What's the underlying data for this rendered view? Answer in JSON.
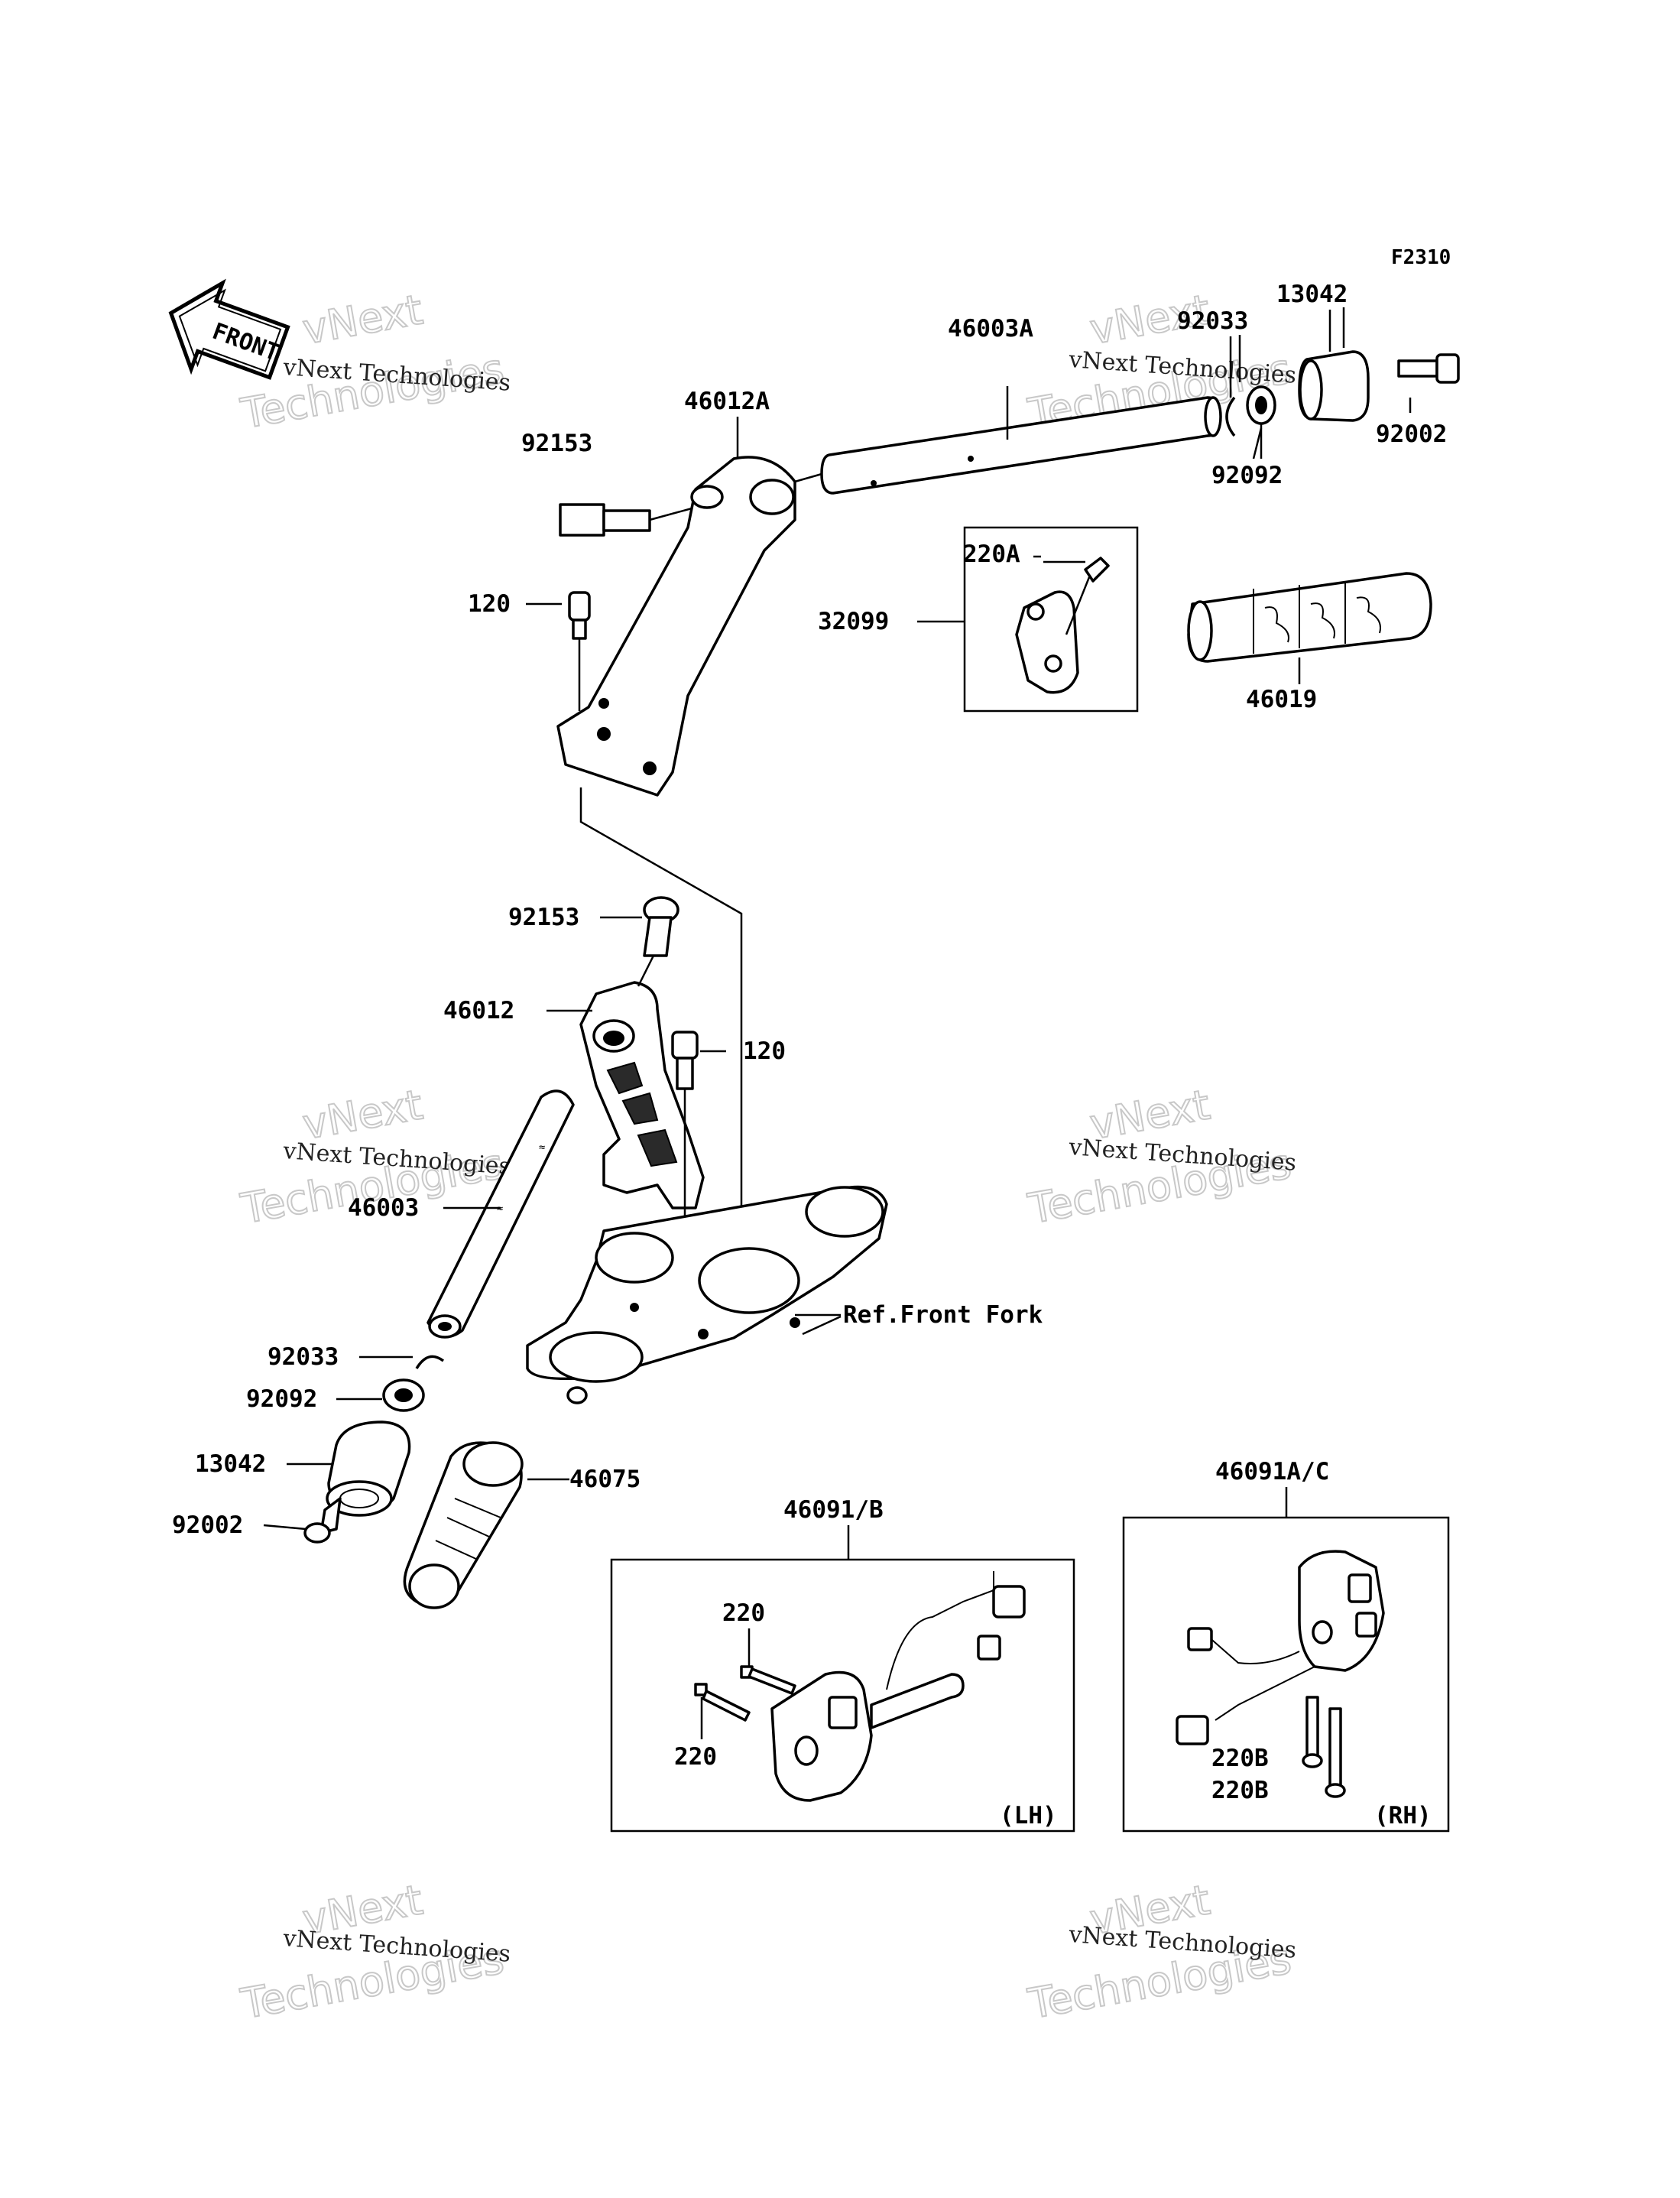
{
  "figure_code": "F2310",
  "front_arrow": {
    "label": "FRONT",
    "icon": "front-direction-arrow-icon"
  },
  "watermark": {
    "line1": "vNext Technologies",
    "line2": "vNext",
    "line3": "Technologies"
  },
  "labels": {
    "p46012A": "46012A",
    "p46003A": "46003A",
    "p92033_top": "92033",
    "p13042_top": "13042",
    "p92002_top": "92002",
    "p92092_top": "92092",
    "p92153_top": "92153",
    "p120_top": "120",
    "p220A": "220A",
    "p32099": "32099",
    "p46019": "46019",
    "p92153_mid": "92153",
    "p46012": "46012",
    "p120_mid": "120",
    "p46003": "46003",
    "ref_front_fork": "Ref.Front Fork",
    "p92033_low": "92033",
    "p92092_low": "92092",
    "p13042_low": "13042",
    "p92002_low": "92002",
    "p46075": "46075",
    "p46091B": "46091/B",
    "p46091AC": "46091A/C",
    "p220_a": "220",
    "p220_b": "220",
    "p220B_a": "220B",
    "p220B_b": "220B",
    "lh": "(LH)",
    "rh": "(RH)"
  }
}
